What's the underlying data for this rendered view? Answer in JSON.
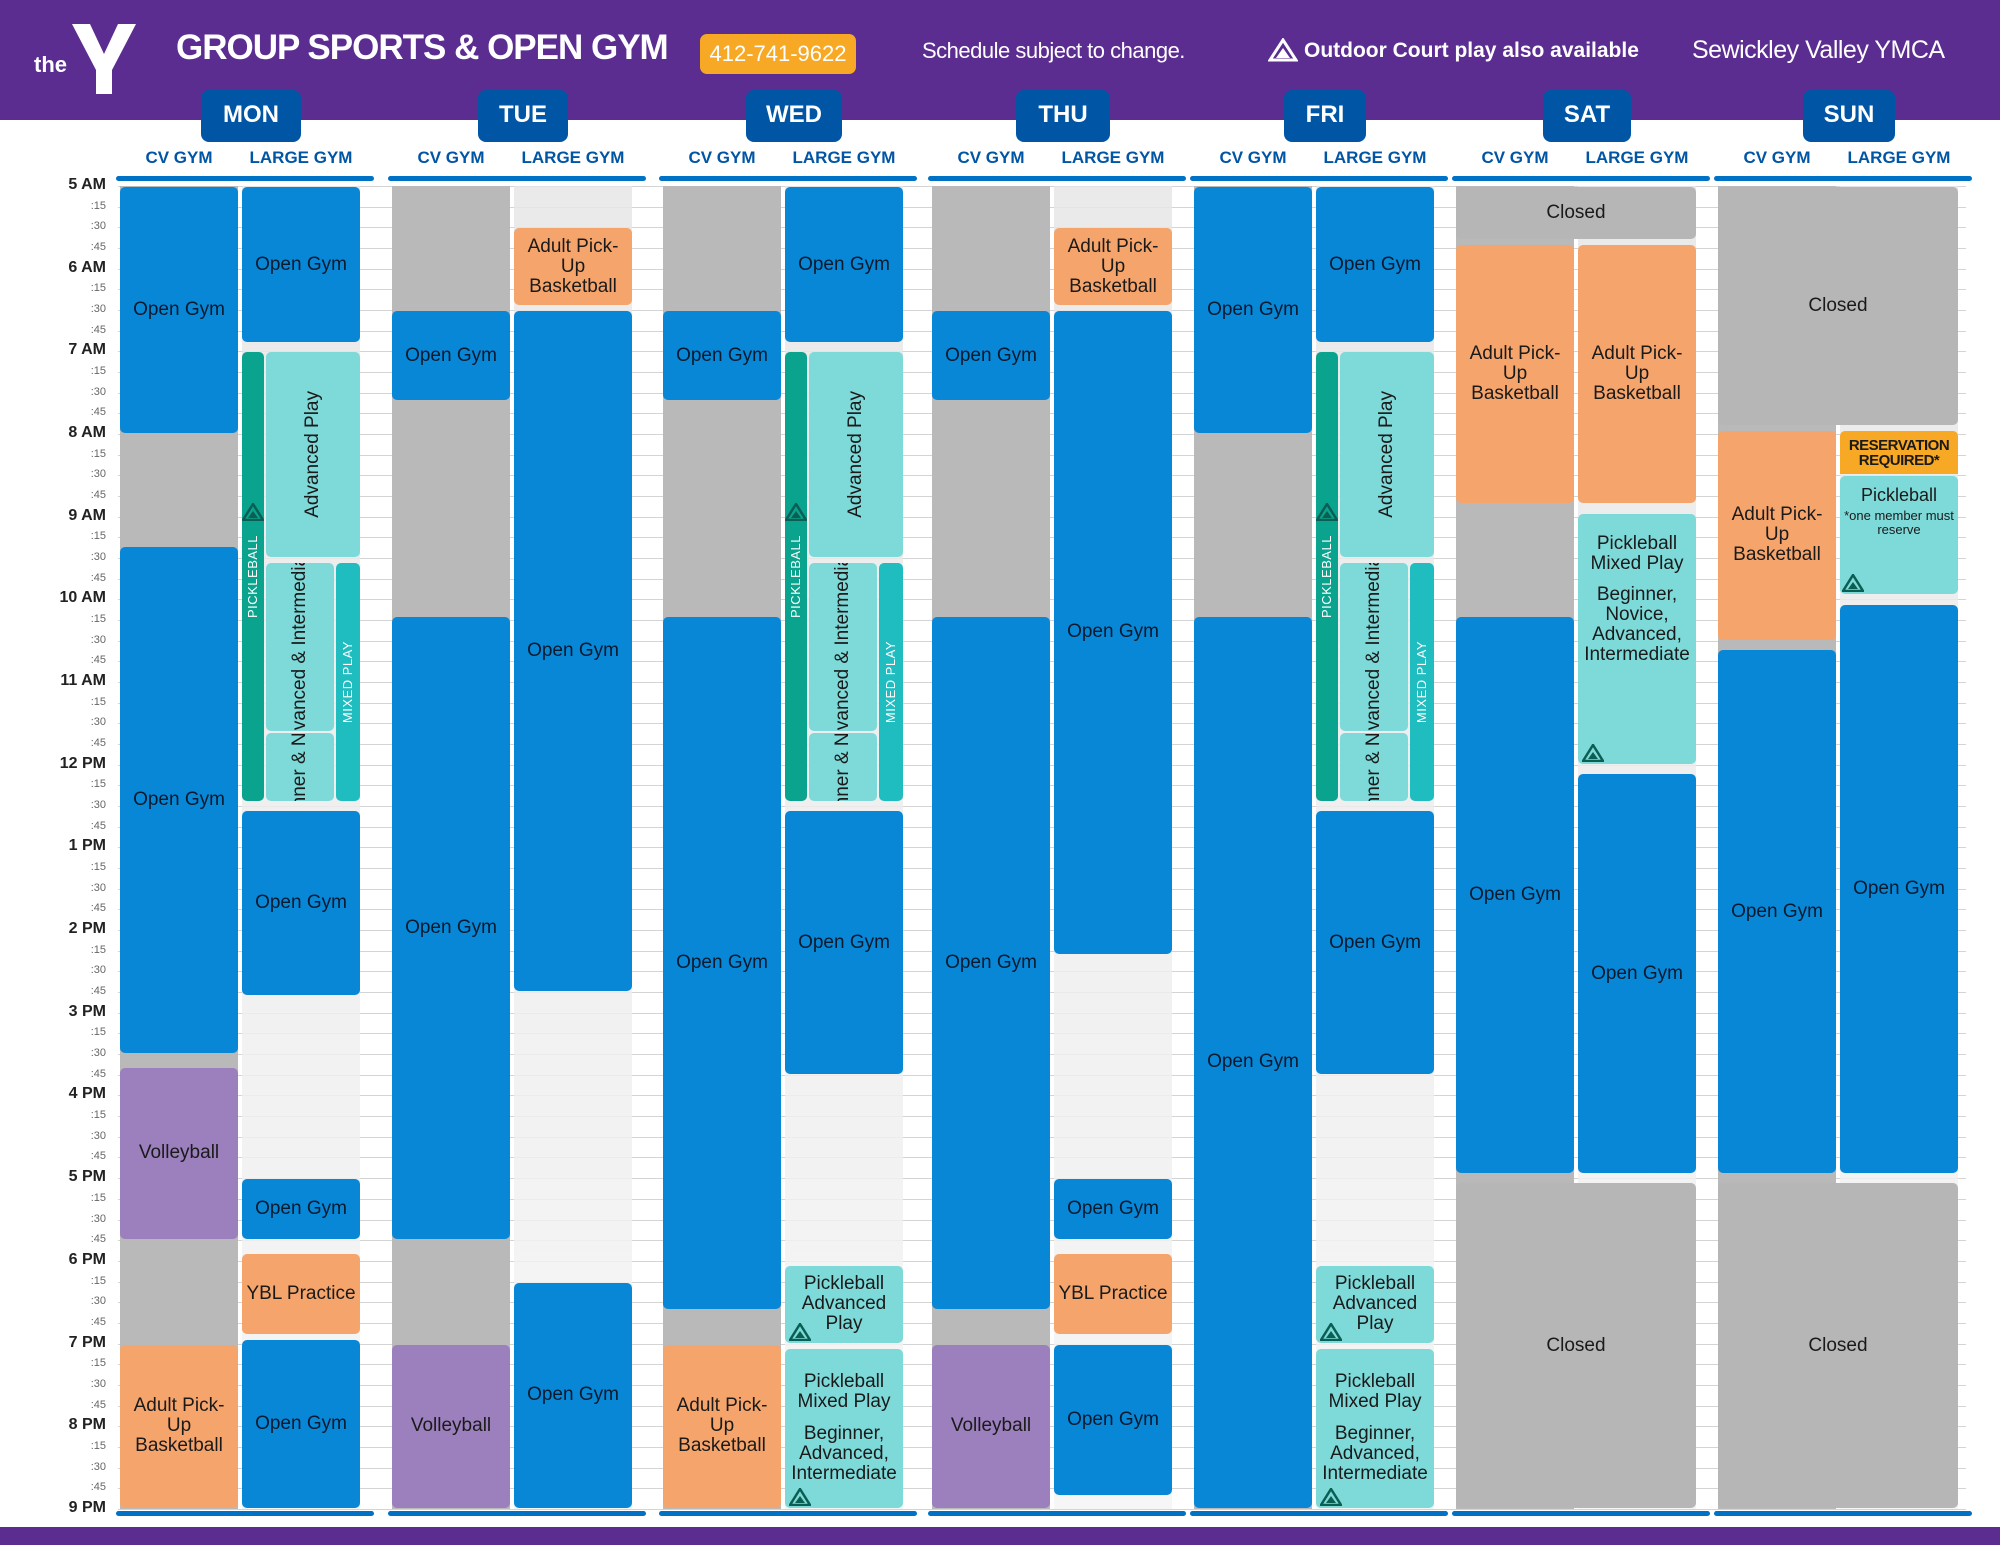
{
  "header": {
    "logo_text": "the",
    "logo_small": "YMCA",
    "title": "GROUP SPORTS & OPEN GYM",
    "phone": "412-741-9622",
    "note": "Schedule subject to change.",
    "outdoor": "Outdoor Court play also available",
    "branch": "Sewickley Valley YMCA",
    "outdoor_icon": "mountain-triangle-icon"
  },
  "colors": {
    "purple": "#5c2d91",
    "blue": "#0887d6",
    "navy": "#0055a5",
    "closed": "#b6b6b6",
    "volleyball": "#9c7fbd",
    "orange": "#f5a56b",
    "light_teal": "#7ed9d9",
    "teal": "#0aa38e",
    "yellow": "#f7a824"
  },
  "time_labels": [
    "5 AM",
    ":15",
    ":30",
    ":45",
    "6 AM",
    ":15",
    ":30",
    ":45",
    "7 AM",
    ":15",
    ":30",
    ":45",
    "8 AM",
    ":15",
    ":30",
    ":45",
    "9 AM",
    ":15",
    ":30",
    ":45",
    "10 AM",
    ":15",
    ":30",
    ":45",
    "11 AM",
    ":15",
    ":30",
    ":45",
    "12 PM",
    ":15",
    ":30",
    ":45",
    "1 PM",
    ":15",
    ":30",
    ":45",
    "2 PM",
    ":15",
    ":30",
    ":45",
    "3 PM",
    ":15",
    ":30",
    ":45",
    "4 PM",
    ":15",
    ":30",
    ":45",
    "5 PM",
    ":15",
    ":30",
    ":45",
    "6 PM",
    ":15",
    ":30",
    ":45",
    "7 PM",
    ":15",
    ":30",
    ":45",
    "8 PM",
    ":15",
    ":30",
    ":45",
    "9 PM"
  ],
  "gym_labels": {
    "cv": "CV GYM",
    "large": "LARGE GYM"
  },
  "days": [
    {
      "name": "MON",
      "cv": [
        {
          "start": 5.0,
          "end": 8.0,
          "label": "Open Gym",
          "type": "open"
        },
        {
          "start": 9.35,
          "end": 15.5,
          "label": "Open Gym",
          "type": "open"
        },
        {
          "start": 15.65,
          "end": 17.75,
          "label": "Volleyball",
          "type": "volley"
        },
        {
          "start": 19.0,
          "end": 21.0,
          "label": "Adult Pick-Up Basketball",
          "type": "orange"
        }
      ],
      "large": [
        {
          "start": 5.0,
          "end": 6.9,
          "label": "Open Gym",
          "type": "open"
        },
        {
          "start": 7.0,
          "end": 9.5,
          "label": "Advanced Play",
          "type": "light",
          "vertical": true,
          "inner": true
        },
        {
          "start": 9.55,
          "end": 11.6,
          "label": "Advanced & Intermediate",
          "type": "light",
          "vertical": true,
          "inner": true,
          "split": "left"
        },
        {
          "start": 11.6,
          "end": 12.45,
          "label": "Beginner & Novice",
          "type": "light",
          "vertical": true,
          "inner": true,
          "split": "left"
        },
        {
          "start": 9.55,
          "end": 12.45,
          "label": "MIXED PLAY",
          "type": "teal2",
          "vertical": true,
          "small": true,
          "strip": "right"
        },
        {
          "start": 7.0,
          "end": 12.45,
          "label": "PICKLEBALL",
          "type": "teal",
          "vertical": true,
          "small": true,
          "strip": "left",
          "marker": true
        },
        {
          "start": 12.55,
          "end": 14.8,
          "label": "Open Gym",
          "type": "open"
        },
        {
          "start": 17.0,
          "end": 17.75,
          "label": "Open Gym",
          "type": "open"
        },
        {
          "start": 17.9,
          "end": 18.9,
          "label": "YBL Practice",
          "type": "orange"
        },
        {
          "start": 18.95,
          "end": 21.0,
          "label": "Open Gym",
          "type": "open"
        }
      ]
    },
    {
      "name": "TUE",
      "cv": [
        {
          "start": 6.5,
          "end": 7.6,
          "label": "Open Gym",
          "type": "open"
        },
        {
          "start": 10.2,
          "end": 17.75,
          "label": "Open Gym",
          "type": "open"
        },
        {
          "start": 19.0,
          "end": 21.0,
          "label": "Volleyball",
          "type": "volley"
        }
      ],
      "large": [
        {
          "start": 5.5,
          "end": 6.45,
          "label": "Adult Pick-Up Basketball",
          "type": "orange"
        },
        {
          "start": 6.5,
          "end": 14.75,
          "label": "Open Gym",
          "type": "open"
        },
        {
          "start": 18.25,
          "end": 21.0,
          "label": "Open Gym",
          "type": "open"
        }
      ]
    },
    {
      "name": "WED",
      "cv": [
        {
          "start": 6.5,
          "end": 7.6,
          "label": "Open Gym",
          "type": "open"
        },
        {
          "start": 10.2,
          "end": 18.6,
          "label": "Open Gym",
          "type": "open"
        },
        {
          "start": 19.0,
          "end": 21.0,
          "label": "Adult Pick-Up Basketball",
          "type": "orange"
        }
      ],
      "large": [
        {
          "start": 5.0,
          "end": 6.9,
          "label": "Open Gym",
          "type": "open"
        },
        {
          "start": 7.0,
          "end": 9.5,
          "label": "Advanced Play",
          "type": "light",
          "vertical": true,
          "inner": true
        },
        {
          "start": 9.55,
          "end": 11.6,
          "label": "Advanced & Intermediate",
          "type": "light",
          "vertical": true,
          "inner": true,
          "split": "left"
        },
        {
          "start": 11.6,
          "end": 12.45,
          "label": "Beginner & Novice",
          "type": "light",
          "vertical": true,
          "inner": true,
          "split": "left"
        },
        {
          "start": 9.55,
          "end": 12.45,
          "label": "MIXED PLAY",
          "type": "teal2",
          "vertical": true,
          "small": true,
          "strip": "right"
        },
        {
          "start": 7.0,
          "end": 12.45,
          "label": "PICKLEBALL",
          "type": "teal",
          "vertical": true,
          "small": true,
          "strip": "left",
          "marker": true
        },
        {
          "start": 12.55,
          "end": 15.75,
          "label": "Open Gym",
          "type": "open"
        },
        {
          "start": 18.05,
          "end": 19.0,
          "label": "Pickleball Advanced Play",
          "type": "light",
          "marker": true
        },
        {
          "start": 19.05,
          "end": 21.0,
          "label": "Pickleball Mixed Play",
          "sub": "Beginner, Advanced, Intermediate",
          "type": "light",
          "marker": true,
          "multi": true
        }
      ]
    },
    {
      "name": "THU",
      "cv": [
        {
          "start": 6.5,
          "end": 7.6,
          "label": "Open Gym",
          "type": "open"
        },
        {
          "start": 10.2,
          "end": 18.6,
          "label": "Open Gym",
          "type": "open"
        },
        {
          "start": 19.0,
          "end": 21.0,
          "label": "Volleyball",
          "type": "volley"
        }
      ],
      "large": [
        {
          "start": 5.5,
          "end": 6.45,
          "label": "Adult Pick-Up Basketball",
          "type": "orange"
        },
        {
          "start": 6.5,
          "end": 14.3,
          "label": "Open Gym",
          "type": "open"
        },
        {
          "start": 17.0,
          "end": 17.75,
          "label": "Open Gym",
          "type": "open"
        },
        {
          "start": 17.9,
          "end": 18.9,
          "label": "YBL Practice",
          "type": "orange"
        },
        {
          "start": 19.0,
          "end": 20.85,
          "label": "Open Gym",
          "type": "open"
        }
      ]
    },
    {
      "name": "FRI",
      "cv": [
        {
          "start": 5.0,
          "end": 8.0,
          "label": "Open Gym",
          "type": "open"
        },
        {
          "start": 10.2,
          "end": 21.0,
          "label": "Open Gym",
          "type": "open"
        }
      ],
      "large": [
        {
          "start": 5.0,
          "end": 6.9,
          "label": "Open Gym",
          "type": "open"
        },
        {
          "start": 7.0,
          "end": 9.5,
          "label": "Advanced Play",
          "type": "light",
          "vertical": true,
          "inner": true
        },
        {
          "start": 9.55,
          "end": 11.6,
          "label": "Advanced & Intermediate",
          "type": "light",
          "vertical": true,
          "inner": true,
          "split": "left"
        },
        {
          "start": 11.6,
          "end": 12.45,
          "label": "Beginner & Novice",
          "type": "light",
          "vertical": true,
          "inner": true,
          "split": "left"
        },
        {
          "start": 9.55,
          "end": 12.45,
          "label": "MIXED PLAY",
          "type": "teal2",
          "vertical": true,
          "small": true,
          "strip": "right"
        },
        {
          "start": 7.0,
          "end": 12.45,
          "label": "PICKLEBALL",
          "type": "teal",
          "vertical": true,
          "small": true,
          "strip": "left",
          "marker": true
        },
        {
          "start": 12.55,
          "end": 15.75,
          "label": "Open Gym",
          "type": "open"
        },
        {
          "start": 18.05,
          "end": 19.0,
          "label": "Pickleball Advanced Play",
          "type": "light",
          "marker": true
        },
        {
          "start": 19.05,
          "end": 21.0,
          "label": "Pickleball Mixed Play",
          "sub": "Beginner, Advanced, Intermediate",
          "type": "light",
          "marker": true,
          "multi": true
        }
      ]
    },
    {
      "name": "SAT",
      "cv": [
        {
          "start": 5.0,
          "end": 5.65,
          "label": "Closed",
          "type": "closed",
          "span": true
        },
        {
          "start": 5.7,
          "end": 8.85,
          "label": "Adult Pick-Up Basketball",
          "type": "orange"
        },
        {
          "start": 10.2,
          "end": 16.95,
          "label": "Open Gym",
          "type": "open"
        },
        {
          "start": 17.05,
          "end": 21.0,
          "label": "Closed",
          "type": "closed",
          "span": true
        }
      ],
      "large": [
        {
          "start": 5.7,
          "end": 8.85,
          "label": "Adult Pick-Up Basketball",
          "type": "orange"
        },
        {
          "start": 8.95,
          "end": 12.0,
          "label": "Pickleball Mixed Play",
          "sub": "Beginner, Novice, Advanced, Intermediate",
          "type": "light",
          "marker": true,
          "multi": true
        },
        {
          "start": 12.1,
          "end": 16.95,
          "label": "Open Gym",
          "type": "open"
        }
      ]
    },
    {
      "name": "SUN",
      "cv": [
        {
          "start": 5.0,
          "end": 7.9,
          "label": "Closed",
          "type": "closed",
          "span": true
        },
        {
          "start": 7.95,
          "end": 10.5,
          "label": "Adult Pick-Up Basketball",
          "type": "orange"
        },
        {
          "start": 10.6,
          "end": 16.95,
          "label": "Open Gym",
          "type": "open"
        },
        {
          "start": 17.05,
          "end": 21.0,
          "label": "Closed",
          "type": "closed",
          "span": true
        }
      ],
      "large": [
        {
          "start": 7.95,
          "end": 8.5,
          "label": "RESERVATION REQUIRED*",
          "type": "yellow",
          "res": true
        },
        {
          "start": 8.5,
          "end": 9.95,
          "label": "Pickleball",
          "sub": "*one member must reserve",
          "type": "light",
          "marker": true,
          "toppad": true
        },
        {
          "start": 10.05,
          "end": 16.95,
          "label": "Open Gym",
          "type": "open"
        }
      ]
    }
  ]
}
